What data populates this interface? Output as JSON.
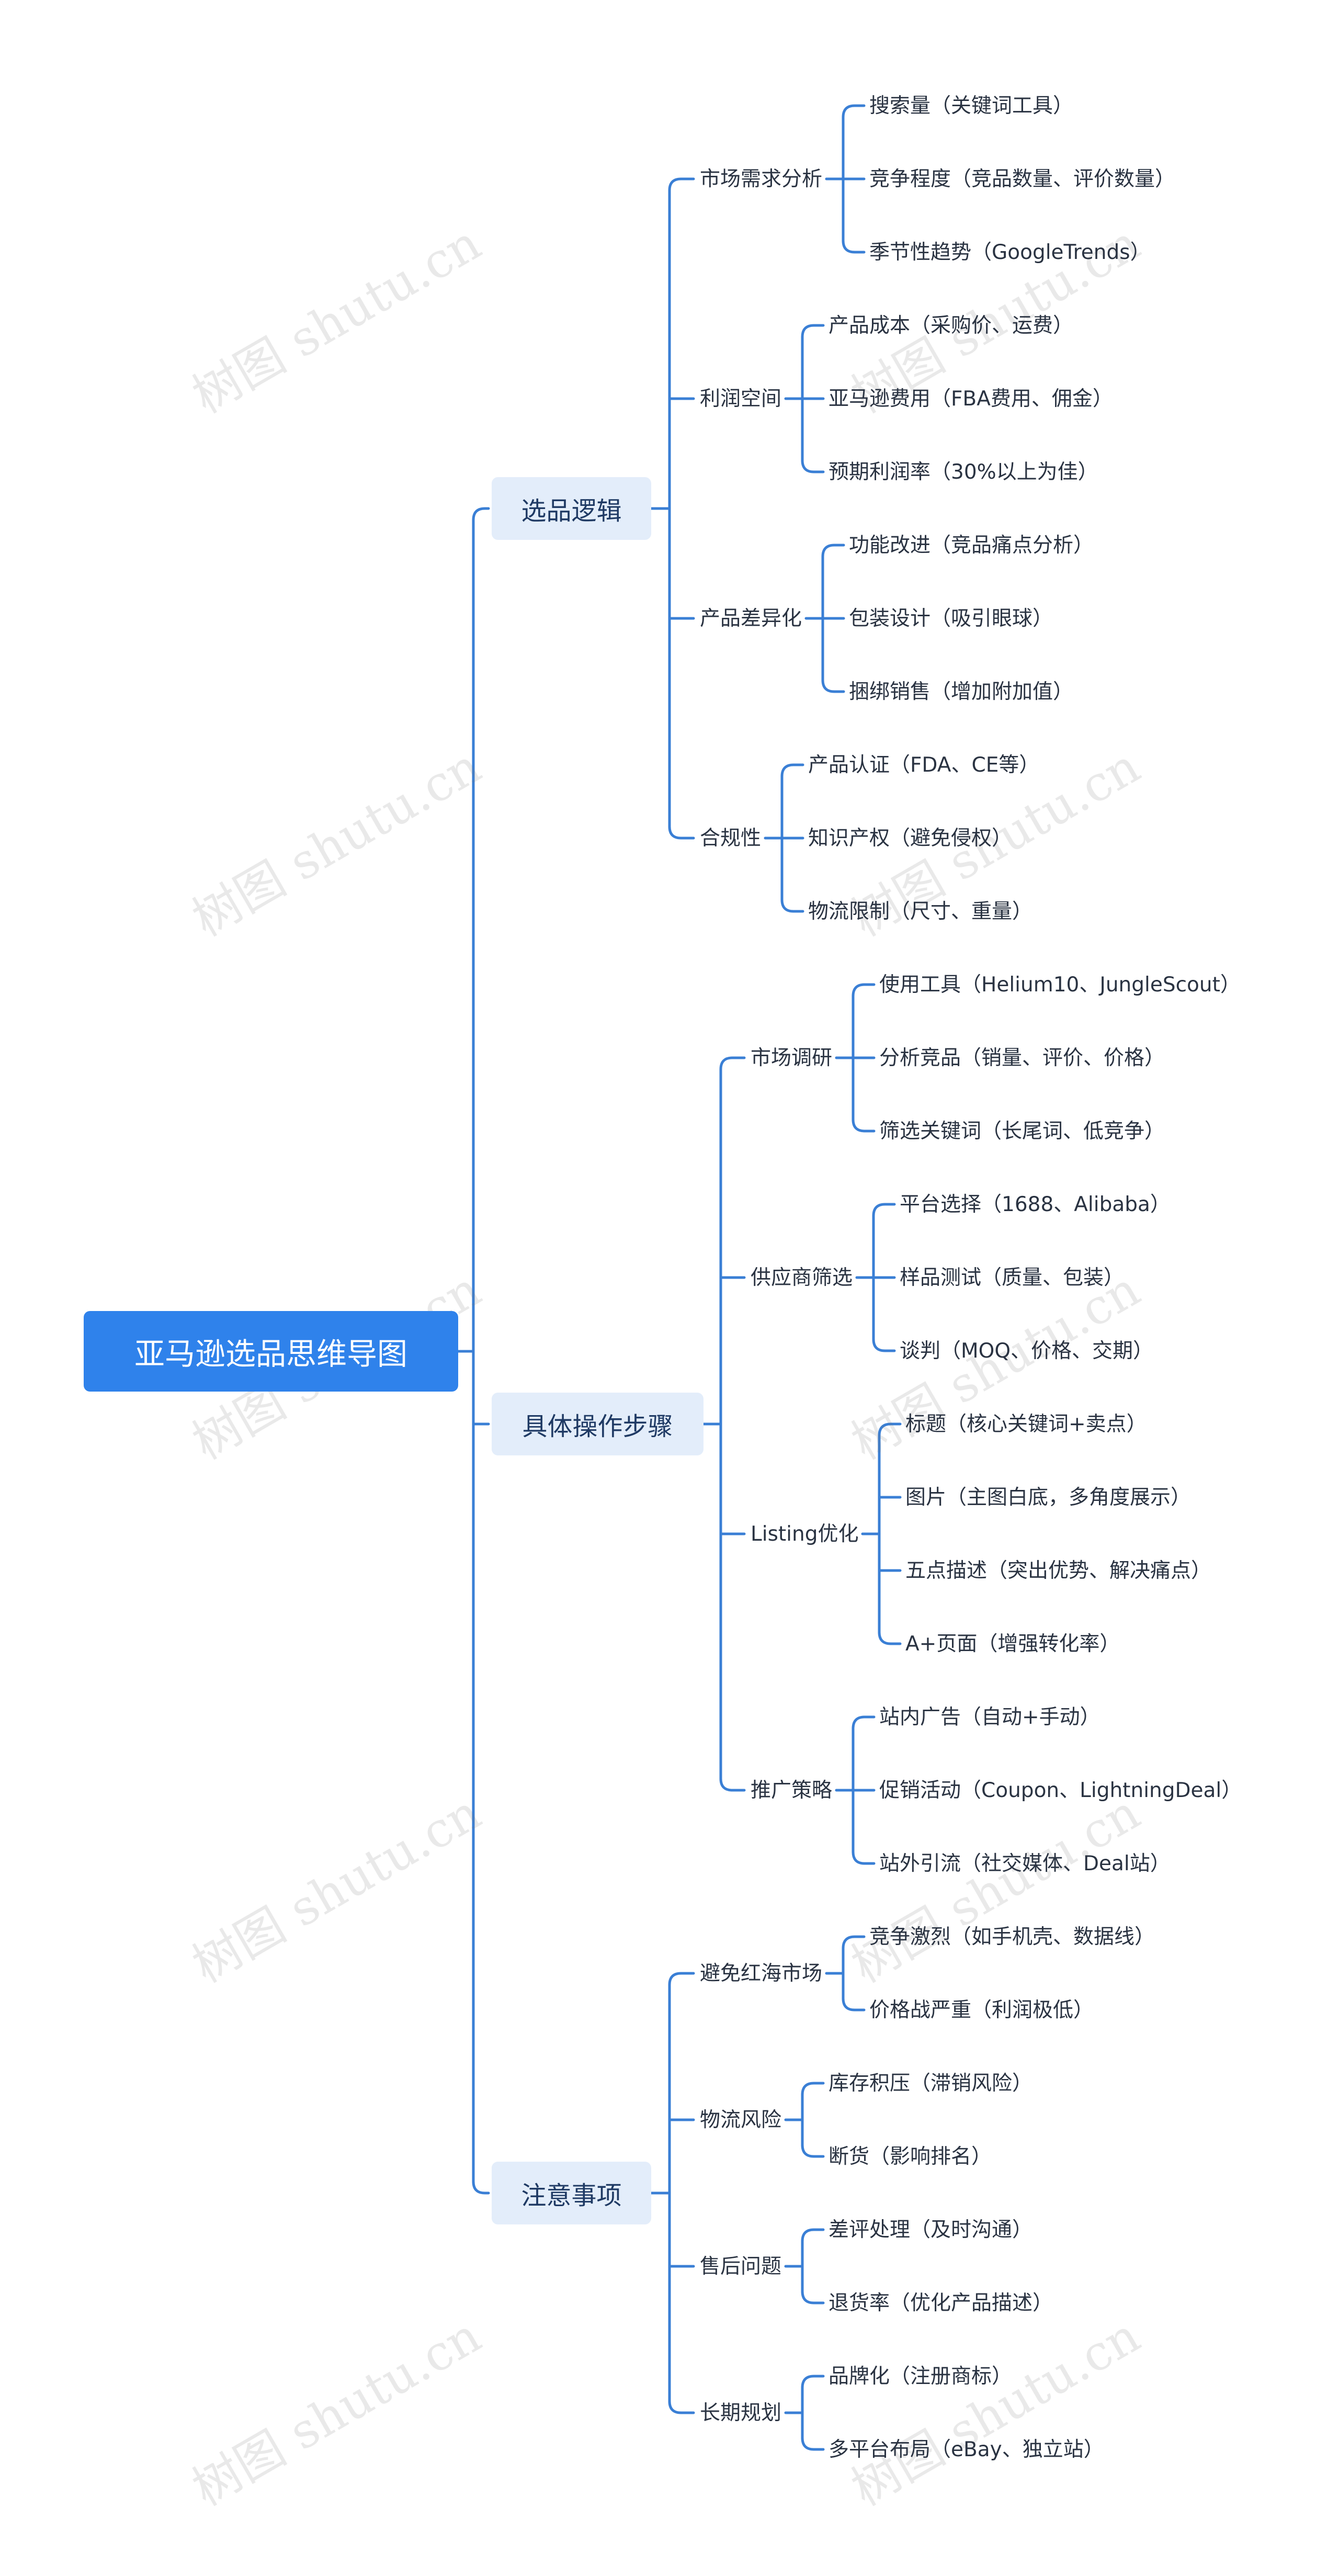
{
  "root": "亚马逊选品思维导图",
  "watermark": "树图 shutu.cn",
  "colors": {
    "line": "#3a7fd5",
    "root_bg": "#2f82eb",
    "branch_bg": "#e3edfa"
  },
  "branches": [
    {
      "label": "选品逻辑",
      "children": [
        {
          "label": "市场需求分析",
          "children": [
            "搜索量（关键词工具）",
            "竞争程度（竞品数量、评价数量）",
            "季节性趋势（GoogleTrends）"
          ]
        },
        {
          "label": "利润空间",
          "children": [
            "产品成本（采购价、运费）",
            "亚马逊费用（FBA费用、佣金）",
            "预期利润率（30%以上为佳）"
          ]
        },
        {
          "label": "产品差异化",
          "children": [
            "功能改进（竞品痛点分析）",
            "包装设计（吸引眼球）",
            "捆绑销售（增加附加值）"
          ]
        },
        {
          "label": "合规性",
          "children": [
            "产品认证（FDA、CE等）",
            "知识产权（避免侵权）",
            "物流限制（尺寸、重量）"
          ]
        }
      ]
    },
    {
      "label": "具体操作步骤",
      "children": [
        {
          "label": "市场调研",
          "children": [
            "使用工具（Helium10、JungleScout）",
            "分析竞品（销量、评价、价格）",
            "筛选关键词（长尾词、低竞争）"
          ]
        },
        {
          "label": "供应商筛选",
          "children": [
            "平台选择（1688、Alibaba）",
            "样品测试（质量、包装）",
            "谈判（MOQ、价格、交期）"
          ]
        },
        {
          "label": "Listing优化",
          "children": [
            "标题（核心关键词+卖点）",
            "图片（主图白底，多角度展示）",
            "五点描述（突出优势、解决痛点）",
            "A+页面（增强转化率）"
          ]
        },
        {
          "label": "推广策略",
          "children": [
            "站内广告（自动+手动）",
            "促销活动（Coupon、LightningDeal）",
            "站外引流（社交媒体、Deal站）"
          ]
        }
      ]
    },
    {
      "label": "注意事项",
      "children": [
        {
          "label": "避免红海市场",
          "children": [
            "竞争激烈（如手机壳、数据线）",
            "价格战严重（利润极低）"
          ]
        },
        {
          "label": "物流风险",
          "children": [
            "库存积压（滞销风险）",
            "断货（影响排名）"
          ]
        },
        {
          "label": "售后问题",
          "children": [
            "差评处理（及时沟通）",
            "退货率（优化产品描述）"
          ]
        },
        {
          "label": "长期规划",
          "children": [
            "品牌化（注册商标）",
            "多平台布局（eBay、独立站）"
          ]
        }
      ]
    }
  ]
}
